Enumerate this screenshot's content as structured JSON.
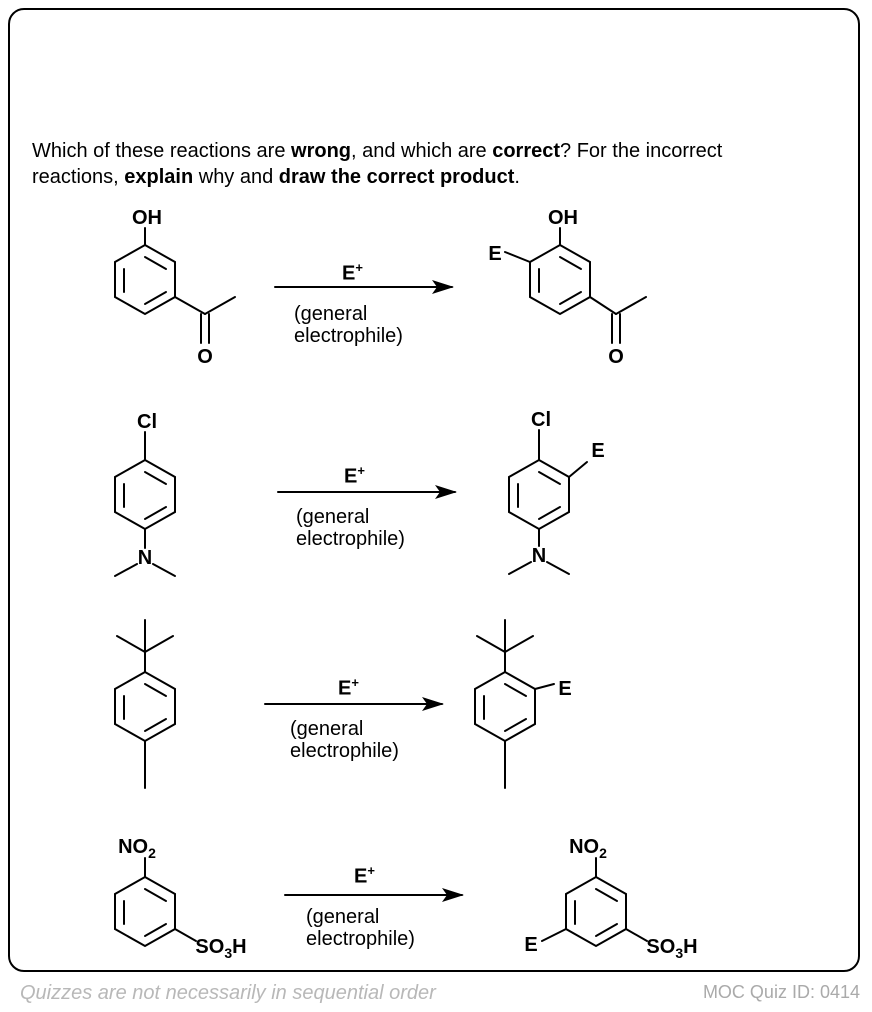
{
  "question": {
    "p1": "Which of these reactions are ",
    "b1": "wrong",
    "p2": ", and which are ",
    "b2": "correct",
    "p3": "? For the incorrect reactions, ",
    "b3": "explain",
    "p4": " why and ",
    "b4": "draw the correct product",
    "p5": "."
  },
  "reagent": {
    "electrophile": "E",
    "charge": "+",
    "condition_line1": "(general",
    "condition_line2": "electrophile)"
  },
  "atoms": {
    "oh": "OH",
    "o": "O",
    "e": "E",
    "cl": "Cl",
    "n": "N",
    "no2_n": "NO",
    "sub2": "2",
    "so3h_s": "SO",
    "sub3": "3",
    "h": "H"
  },
  "footer": {
    "left": "Quizzes are not necessarily in sequential order",
    "right": "MOC Quiz ID: 0414"
  }
}
